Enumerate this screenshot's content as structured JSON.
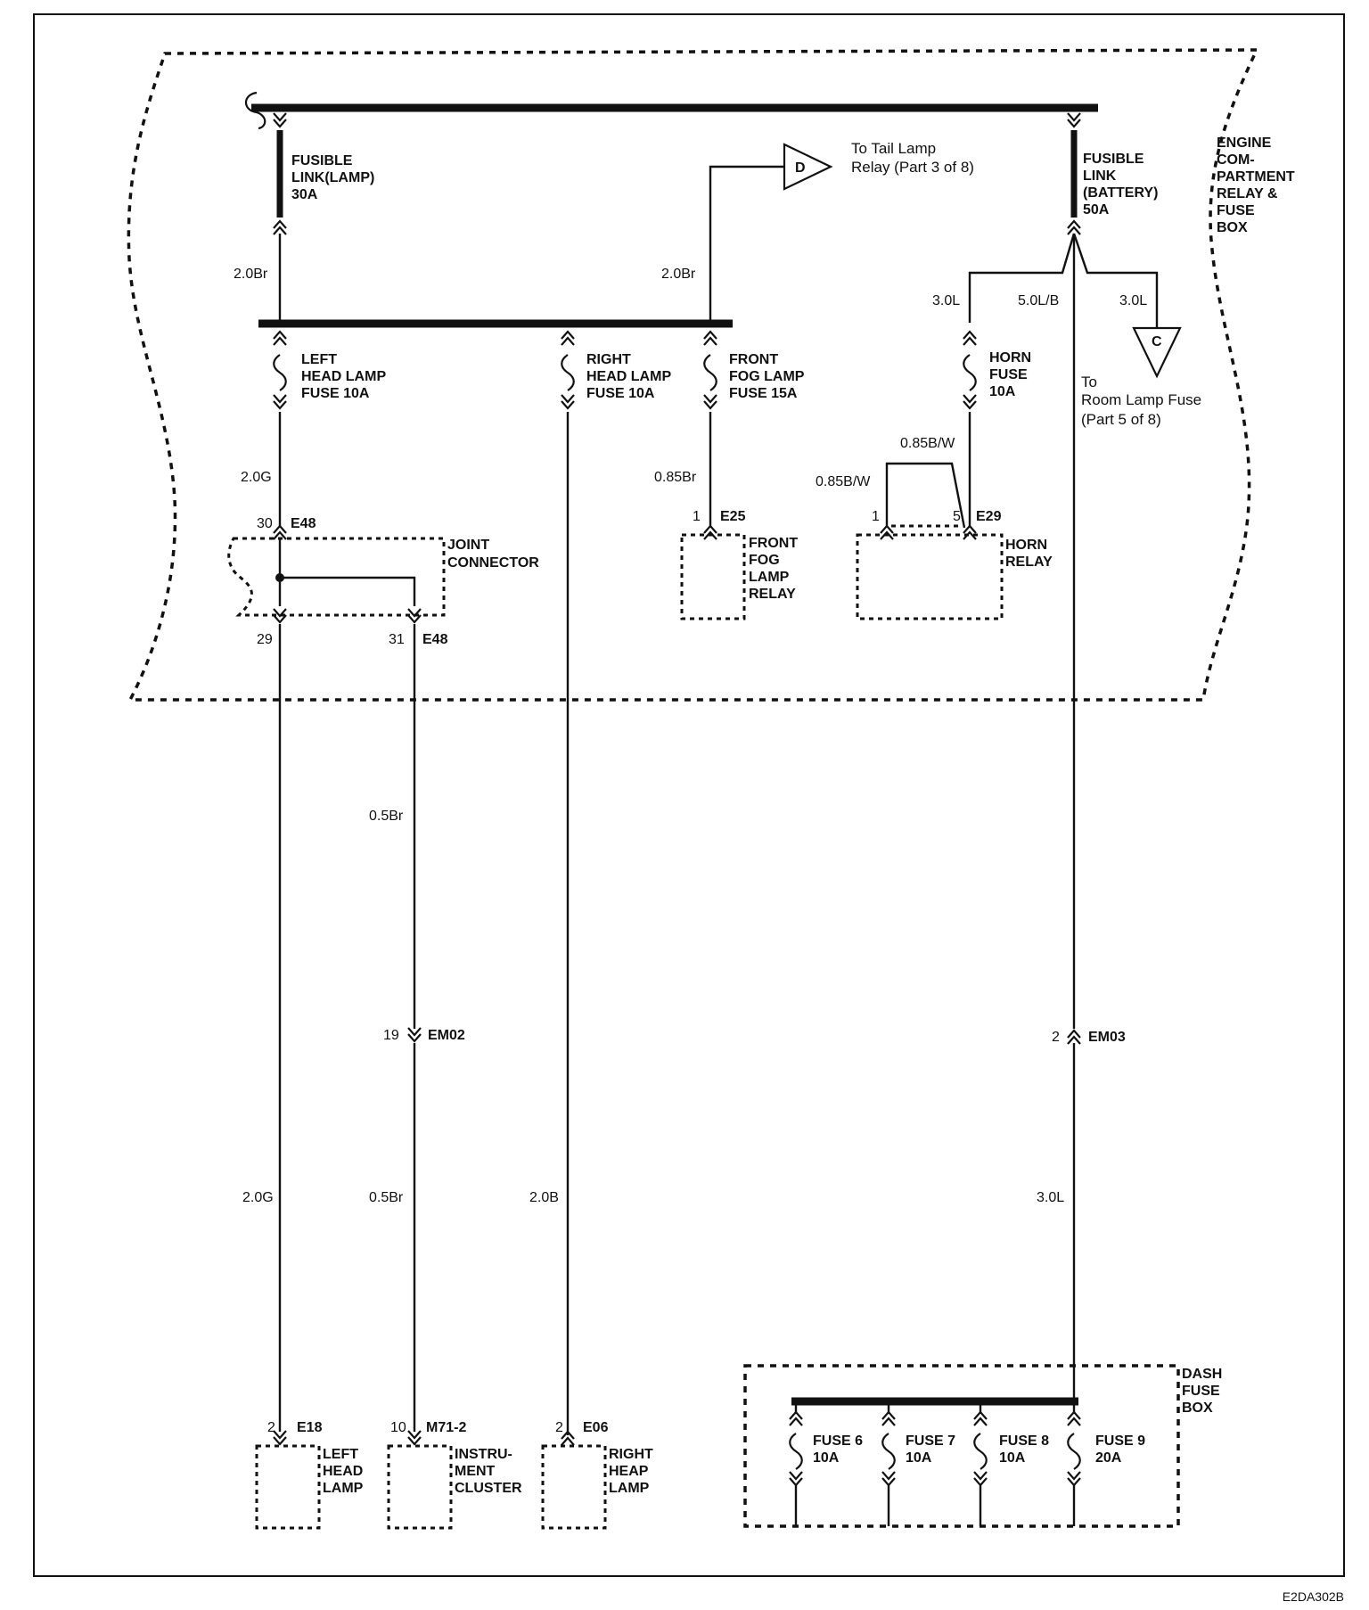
{
  "code": "E2DA302B",
  "engine_box": {
    "title": [
      "ENGINE",
      "COM-",
      "PARTMENT",
      "RELAY &",
      "FUSE",
      "BOX"
    ]
  },
  "dash_box": {
    "title": [
      "DASH",
      "FUSE",
      "BOX"
    ]
  },
  "fusible_lamp": [
    "FUSIBLE",
    "LINK(LAMP)",
    "30A"
  ],
  "fusible_battery": [
    "FUSIBLE",
    "LINK",
    "(BATTERY)",
    "50A"
  ],
  "tail_ref": {
    "letter": "D",
    "text": [
      "To Tail Lamp",
      "Relay (Part 3 of 8)"
    ]
  },
  "room_ref": {
    "letter": "C",
    "text": [
      "To",
      "Room Lamp Fuse",
      "(Part 5 of 8)"
    ]
  },
  "fuses": {
    "left_head": [
      "LEFT",
      "HEAD LAMP",
      "FUSE 10A"
    ],
    "right_head": [
      "RIGHT",
      "HEAD LAMP",
      "FUSE 10A"
    ],
    "front_fog": [
      "FRONT",
      "FOG LAMP",
      "FUSE 15A"
    ],
    "horn": [
      "HORN",
      "FUSE",
      "10A"
    ],
    "fuse6": [
      "FUSE 6",
      "10A"
    ],
    "fuse7": [
      "FUSE 7",
      "10A"
    ],
    "fuse8": [
      "FUSE 8",
      "10A"
    ],
    "fuse9": [
      "FUSE 9",
      "20A"
    ]
  },
  "wires": {
    "w_lamp_fl": "2.0Br",
    "w_fog_top": "2.0Br",
    "w_horn_top": "3.0L",
    "w_batt": "5.0L/B",
    "w_room": "3.0L",
    "w_left_fuse": "2.0G",
    "w_fog_relay": "0.85Br",
    "w_horn_1": "0.85B/W",
    "w_horn_2": "0.85B/W",
    "w_cluster_1": "0.5Br",
    "w_left_lamp": "2.0G",
    "w_cluster_2": "0.5Br",
    "w_right_lamp": "2.0B",
    "w_dash": "3.0L"
  },
  "connectors": {
    "e48_in": {
      "pin": "30",
      "id": "E48"
    },
    "e48_out1": {
      "pin": "29"
    },
    "e48_out2": {
      "pin": "31",
      "id": "E48"
    },
    "e25": {
      "pin": "1",
      "id": "E25"
    },
    "e29": {
      "pin1": "1",
      "pin5": "5",
      "id": "E29"
    },
    "em02": {
      "pin": "19",
      "id": "EM02"
    },
    "em03": {
      "pin": "2",
      "id": "EM03"
    },
    "e18": {
      "pin": "2",
      "id": "E18"
    },
    "m71": {
      "pin": "10",
      "id": "M71-2"
    },
    "e06": {
      "pin": "2",
      "id": "E06"
    }
  },
  "components": {
    "joint_connector": [
      "JOINT",
      "CONNECTOR"
    ],
    "front_fog_relay": [
      "FRONT",
      "FOG",
      "LAMP",
      "RELAY"
    ],
    "horn_relay": [
      "HORN",
      "RELAY"
    ],
    "left_head_lamp": [
      "LEFT",
      "HEAD",
      "LAMP"
    ],
    "instrument_cluster": [
      "INSTRU-",
      "MENT",
      "CLUSTER"
    ],
    "right_head_lamp": [
      "RIGHT",
      "HEAP",
      "LAMP"
    ]
  }
}
